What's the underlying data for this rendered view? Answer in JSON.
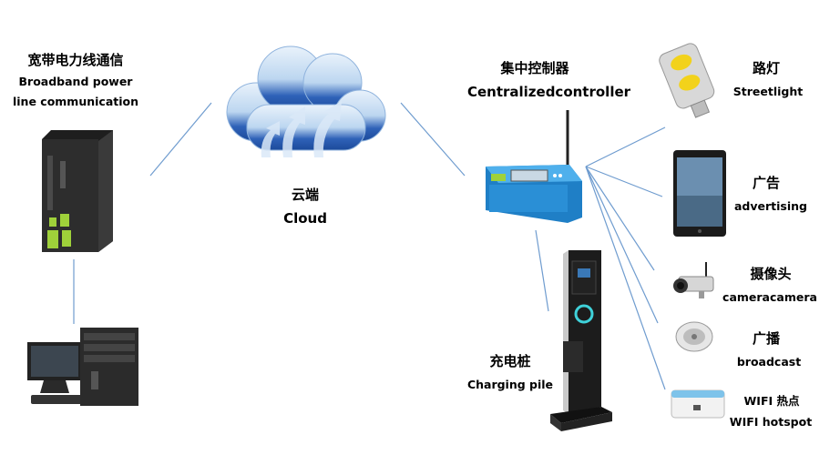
{
  "nodes": {
    "plc": {
      "zh": "宽带电力线通信",
      "en1": "Broadband power",
      "en2": "line communication"
    },
    "cloud": {
      "zh": "云端",
      "en": "Cloud"
    },
    "controller": {
      "zh": "集中控制器",
      "en": "Centralizedcontroller"
    },
    "streetlight": {
      "zh": "路灯",
      "en": "Streetlight"
    },
    "advertising": {
      "zh": "广告",
      "en": "advertising"
    },
    "camera": {
      "zh": "摄像头",
      "en": "cameracamera"
    },
    "broadcast": {
      "zh": "广播",
      "en": "broadcast"
    },
    "wifi": {
      "zh": "WIFI 热点",
      "en": "WIFI hotspot"
    },
    "charging": {
      "zh": "充电桩",
      "en": "Charging pile"
    }
  },
  "colors": {
    "line": "#6f9ccf",
    "cloud": "#2f62b8",
    "cloud_light": "#dbe9f8",
    "controller_body": "#2a8fd6",
    "plc_body": "#2d2d2d",
    "plc_label": "#9fd13a"
  },
  "icons": [
    "plc-box-icon",
    "desktop-computer-icon",
    "cloud-icon",
    "controller-icon",
    "streetlight-icon",
    "tablet-icon",
    "camera-icon",
    "speaker-icon",
    "wifi-router-icon",
    "charging-pile-icon"
  ]
}
